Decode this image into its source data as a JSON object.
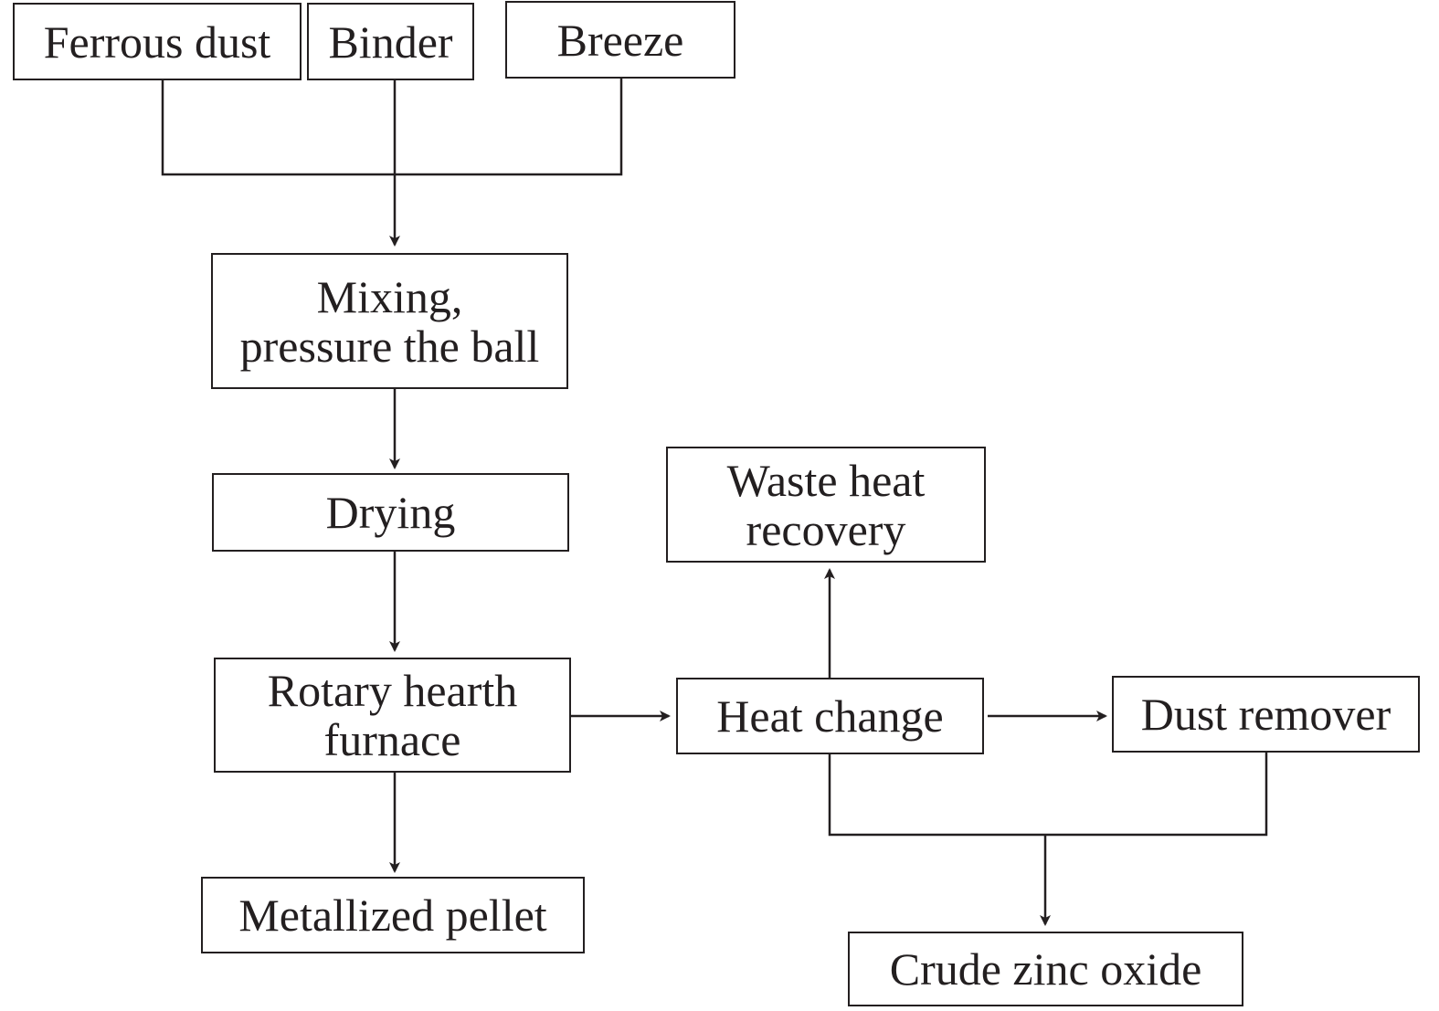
{
  "diagram": {
    "nodes": {
      "ferrous_dust": "Ferrous dust",
      "binder": "Binder",
      "breeze": "Breeze",
      "mixing": {
        "line1": "Mixing,",
        "line2": "pressure the ball"
      },
      "drying": "Drying",
      "rotary_hearth": {
        "line1": "Rotary hearth",
        "line2": "furnace"
      },
      "heat_change": "Heat change",
      "waste_heat": {
        "line1": "Waste heat",
        "line2": "recovery"
      },
      "dust_remover": "Dust remover",
      "metallized_pellet": "Metallized pellet",
      "crude_zinc_oxide": "Crude zinc oxide"
    },
    "edges": [
      {
        "from": "ferrous_dust",
        "to": "mixing"
      },
      {
        "from": "binder",
        "to": "mixing"
      },
      {
        "from": "breeze",
        "to": "mixing"
      },
      {
        "from": "mixing",
        "to": "drying"
      },
      {
        "from": "drying",
        "to": "rotary_hearth"
      },
      {
        "from": "rotary_hearth",
        "to": "metallized_pellet"
      },
      {
        "from": "rotary_hearth",
        "to": "heat_change"
      },
      {
        "from": "heat_change",
        "to": "waste_heat"
      },
      {
        "from": "heat_change",
        "to": "dust_remover"
      },
      {
        "from": "heat_change",
        "to": "crude_zinc_oxide"
      },
      {
        "from": "dust_remover",
        "to": "crude_zinc_oxide"
      }
    ],
    "colors": {
      "stroke": "#231f20",
      "background": "#ffffff"
    }
  }
}
